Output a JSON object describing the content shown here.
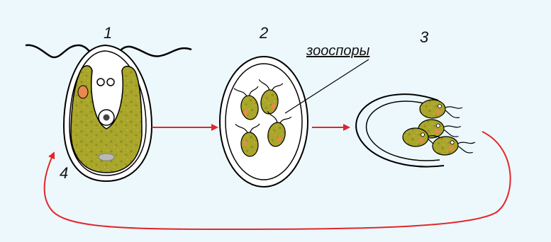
{
  "labels": {
    "stage_1": "1",
    "stage_2": "2",
    "stage_3": "3",
    "stage_4": "4",
    "zoospores": "зооспоры"
  },
  "colors": {
    "background": "#edf8fc",
    "cytoplasm": "#a9a62b",
    "cytoplasm_dark": "#7f7c18",
    "eyespot": "#e8894f",
    "arrow": "#e3262a",
    "outline": "#000000"
  }
}
